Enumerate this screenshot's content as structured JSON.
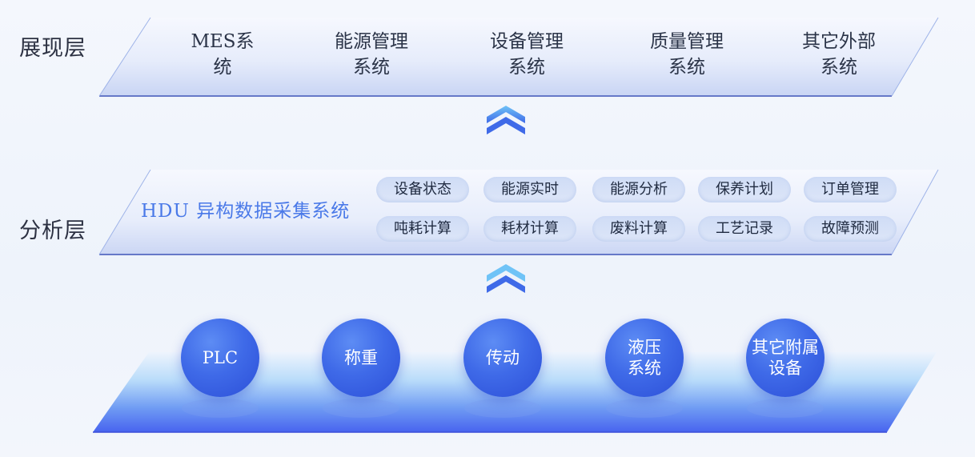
{
  "layers": {
    "presentation": "展现层",
    "analysis": "分析层"
  },
  "presentation_systems": [
    "MES系\n统",
    "能源管理\n系统",
    "设备管理\n系统",
    "质量管理\n系统",
    "其它外部\n系统"
  ],
  "analysis_title": "HDU 异构数据采集系统",
  "analysis_modules": [
    "设备状态",
    "能源实时",
    "能源分析",
    "保养计划",
    "订单管理",
    "吨耗计算",
    "耗材计算",
    "废料计算",
    "工艺记录",
    "故障预测"
  ],
  "devices": [
    "PLC",
    "称重",
    "传动",
    "液压\n系统",
    "其它附属\n设备"
  ],
  "colors": {
    "accent_blue": "#3f6ae8",
    "title_blue": "#4a79e8",
    "platform_light": "#e3ebfb",
    "platform_dark": "#4b6cf0"
  },
  "icons": {
    "arrow": "double-chevron-up-icon"
  }
}
